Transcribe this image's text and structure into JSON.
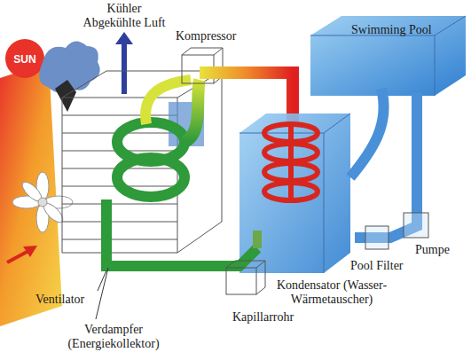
{
  "diagram": {
    "labels": [
      "Kühler Abgekühlte Luft",
      "SUN",
      "Kompressor",
      "Swimming Pool",
      "Pumpe",
      "Pool Filter",
      "Kondensator (Wasser-Wärmetauscher)",
      "Ventilator",
      "Kapillarrohr",
      "Verdampfer (Energiekollektor)"
    ]
  }
}
